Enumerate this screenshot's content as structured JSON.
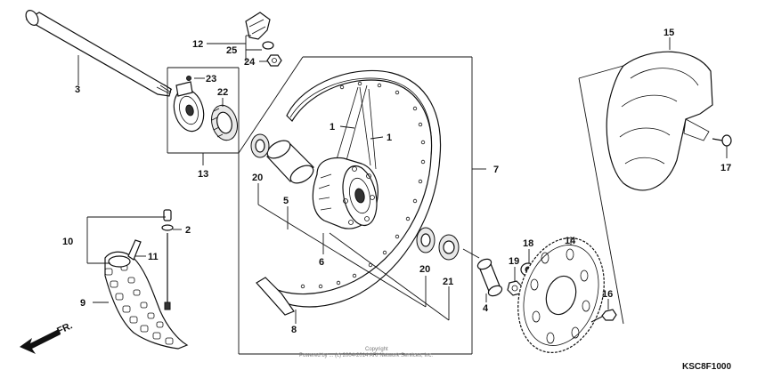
{
  "labels": {
    "p1a": "1",
    "p1b": "1",
    "p2": "2",
    "p3": "3",
    "p4": "4",
    "p5": "5",
    "p6": "6",
    "p7": "7",
    "p8": "8",
    "p9": "9",
    "p10": "10",
    "p11": "11",
    "p12": "12",
    "p13": "13",
    "p14": "14",
    "p15": "15",
    "p16": "16",
    "p17": "17",
    "p18": "18",
    "p19": "19",
    "p20a": "20",
    "p20b": "20",
    "p21": "21",
    "p22": "22",
    "p23": "23",
    "p24": "24",
    "p25": "25"
  },
  "direction_label": "FR.",
  "watermark": {
    "line1": "Copyright",
    "line2": "Powered by ... (c) 2004-2014 ARI Network Services, Inc."
  },
  "diagram_code": "KSC8F1000"
}
